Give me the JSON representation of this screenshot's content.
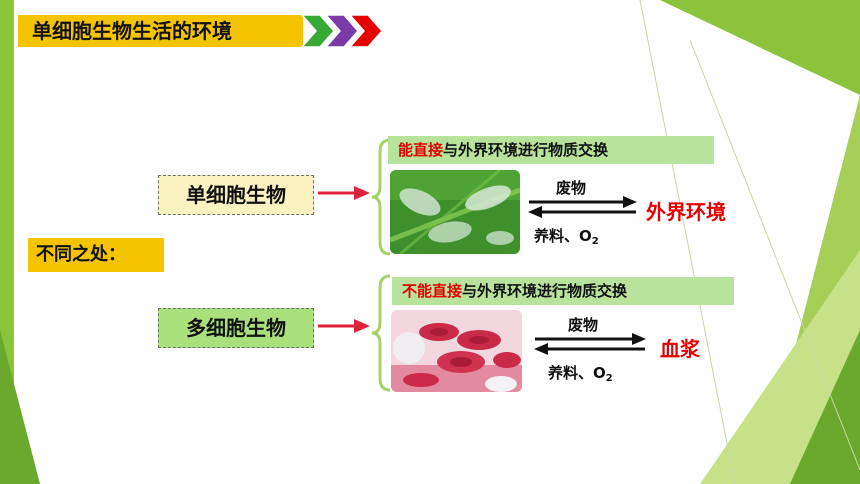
{
  "title": "单细胞生物生活的环境",
  "difference_label": "不同之处：",
  "unicellular": {
    "name": "单细胞生物",
    "banner_emphasis": "能直接",
    "banner_rest": "与外界环境进行物质交换",
    "top_label": "废物",
    "bottom_label_main": "养料、O",
    "bottom_label_sub": "2",
    "destination": "外界环境"
  },
  "multicellular": {
    "name": "多细胞生物",
    "banner_emphasis": "不能直接",
    "banner_rest": "与外界环境进行物质交换",
    "top_label": "废物",
    "bottom_label_main": "养料、O",
    "bottom_label_sub": "2",
    "destination": "血浆"
  },
  "colors": {
    "title_bg": "#f5c400",
    "green_theme": "#8bc33b",
    "purple_chevron": "#7a3aa8",
    "red": "#e60000",
    "banner_bg": "#b7e39c"
  }
}
